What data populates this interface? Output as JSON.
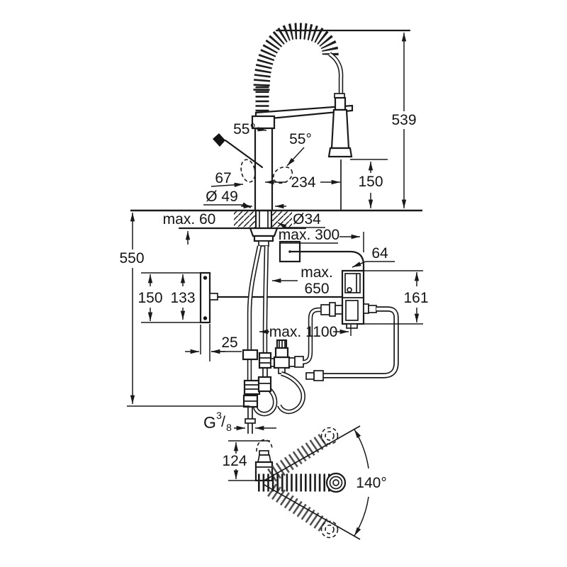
{
  "meta": {
    "drawing_type": "installation dimension drawing",
    "subject": "kitchen mixer faucet with pull-out spring spray, wall bracket, power supply and under-counter control unit",
    "units": "mm",
    "line_color": "#1a1a1a",
    "background_color": "#ffffff"
  },
  "labels": {
    "overall_height": "539",
    "handle_swivel_left": "55°",
    "handle_swivel_right": "55°",
    "handle_offset": "67",
    "spout_reach": "234",
    "spray_clearance": "150",
    "base_diameter": "Ø 49",
    "counter_thickness": "max. 60",
    "hole_diameter": "Ø34",
    "supply_length": "max. 300",
    "box_width": "64",
    "under_counter_height": "550",
    "cable_650_line1": "max.",
    "cable_650_line2": "650",
    "bracket_height": "150",
    "bracket_hole_spacing": "133",
    "box_height": "161",
    "hose_length": "max. 1100",
    "bracket_depth": "25",
    "thread_main": "G",
    "thread_sup": "3",
    "thread_slash": "/",
    "thread_sub": "8",
    "spray_base_length": "124",
    "spray_swivel_range": "140°"
  }
}
